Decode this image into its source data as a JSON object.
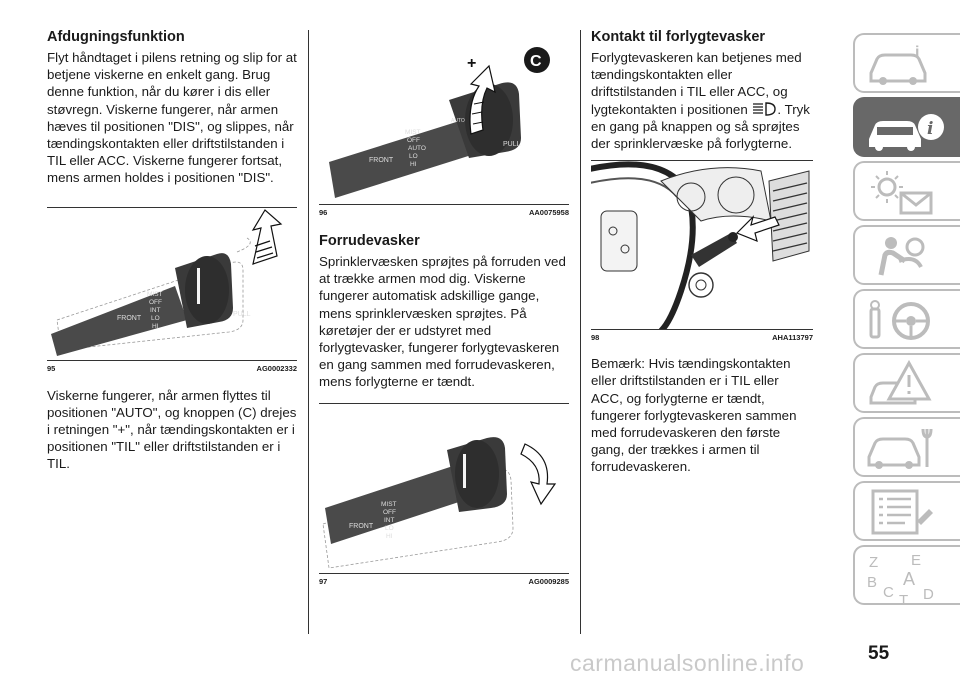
{
  "col1": {
    "heading": "Afdugningsfunktion",
    "para1": "Flyt håndtaget i pilens retning og slip for at betjene viskerne en enkelt gang. Brug denne funktion, når du kører i dis eller støvregn. Viskerne fungerer, når armen hæves til positionen \"DIS\", og slippes, når tændingskontakten eller driftstilstanden i TIL eller ACC. Viskerne fungerer fortsat, mens armen holdes i positionen \"DIS\".",
    "figure": {
      "num": "95",
      "code": "AG0002332"
    },
    "para2": "Viskerne fungerer, når armen flyttes til positionen \"AUTO\", og knoppen (C) drejes i retningen \"+\", når tændingskontakten er i positionen \"TIL\" eller driftstilstanden er i TIL."
  },
  "col2": {
    "figure_top": {
      "num": "96",
      "code": "AA0075958"
    },
    "heading": "Forrudevasker",
    "para": "Sprinklervæsken sprøjtes på forruden ved at trække armen mod dig. Viskerne fungerer automatisk adskillige gange, mens sprinklervæsken sprøjtes. På køretøjer der er udstyret med forlygtevasker, fungerer forlygtevaskeren en gang sammen med forrudevaskeren, mens forlygterne er tændt.",
    "figure_bottom": {
      "num": "97",
      "code": "AG0009285"
    }
  },
  "col3": {
    "heading": "Kontakt til forlygtevasker",
    "para1a": "Forlygtevaskeren kan betjenes med tændingskontakten eller driftstilstanden i TIL eller ACC, og lygtekontakten i positionen",
    "para1b": ". Tryk en gang på knappen og så sprøjtes der sprinklervæske på forlygterne.",
    "figure": {
      "num": "98",
      "code": "AHA113797"
    },
    "para2": "Bemærk: Hvis tændingskontakten eller driftstilstanden er i TIL eller ACC, og forlygterne er tændt, fungerer forlygtevaskeren sammen med forrudevaskeren den første gang, der trækkes i armen til forrudevaskeren."
  },
  "stalk": {
    "front": "FRONT",
    "mist": "MIST",
    "off": "OFF",
    "int": "INT",
    "lo": "LO",
    "hi": "HI",
    "auto": "AUTO",
    "pull": "PULL",
    "plus": "+",
    "callout": "C"
  },
  "tabs": [
    {
      "icon": "car-info-icon"
    },
    {
      "icon": "car-dashboard-info-icon",
      "active": true
    },
    {
      "icon": "lights-message-icon"
    },
    {
      "icon": "airbag-safety-icon"
    },
    {
      "icon": "steering-key-icon"
    },
    {
      "icon": "warning-triangle-car-icon"
    },
    {
      "icon": "car-service-icon"
    },
    {
      "icon": "specifications-list-icon"
    },
    {
      "icon": "index-letters-icon"
    }
  ],
  "index_letters": [
    "Z",
    "E",
    "B",
    "A",
    "C",
    "T",
    "D"
  ],
  "page_number": "55",
  "watermark": "carmanualsonline.info"
}
